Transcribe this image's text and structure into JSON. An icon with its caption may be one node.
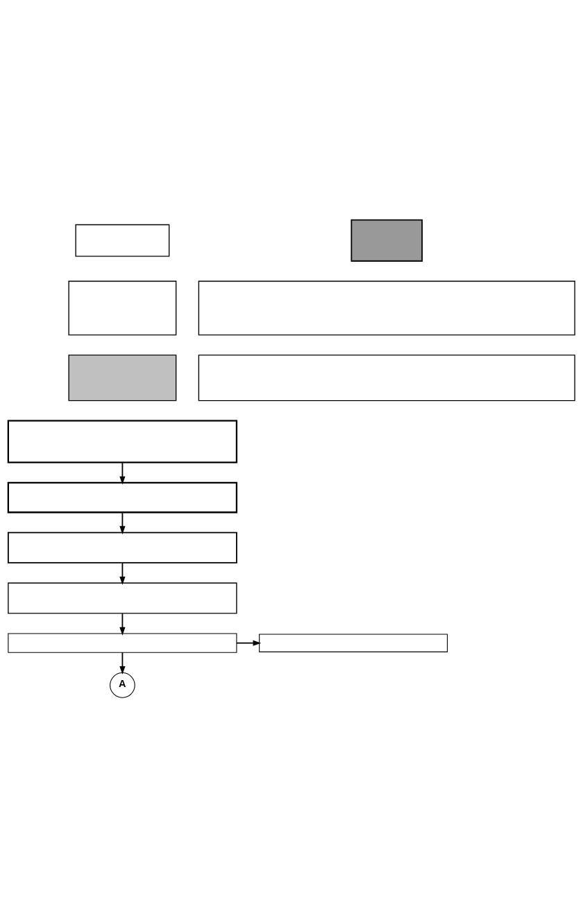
{
  "diagram": {
    "nodes": [
      {
        "text": [],
        "shape": "box"
      },
      {
        "text": [],
        "shape": "box"
      },
      {
        "text": [],
        "shape": "box"
      },
      {
        "text": [],
        "shape": "box"
      },
      {
        "text": [],
        "shape": "box"
      },
      {
        "text": [],
        "shape": "box"
      },
      {
        "text": [],
        "shape": "box"
      },
      {
        "text": [],
        "shape": "box"
      },
      {
        "text": [],
        "shape": "box"
      },
      {
        "text": [],
        "shape": "box"
      },
      {
        "text": [],
        "shape": "box"
      },
      {
        "text": [],
        "shape": "box"
      },
      {
        "text": [
          "A"
        ]
      }
    ],
    "edges": [
      {
        "from": 6,
        "to": 7,
        "arrow": "to"
      },
      {
        "from": 7,
        "to": 8,
        "arrow": "to"
      },
      {
        "from": 8,
        "to": 9,
        "arrow": "to"
      },
      {
        "from": 9,
        "to": 10,
        "arrow": "to"
      },
      {
        "from": 10,
        "to": 11,
        "arrow": "to"
      },
      {
        "from": 10,
        "to": 12,
        "arrow": "to"
      }
    ]
  }
}
